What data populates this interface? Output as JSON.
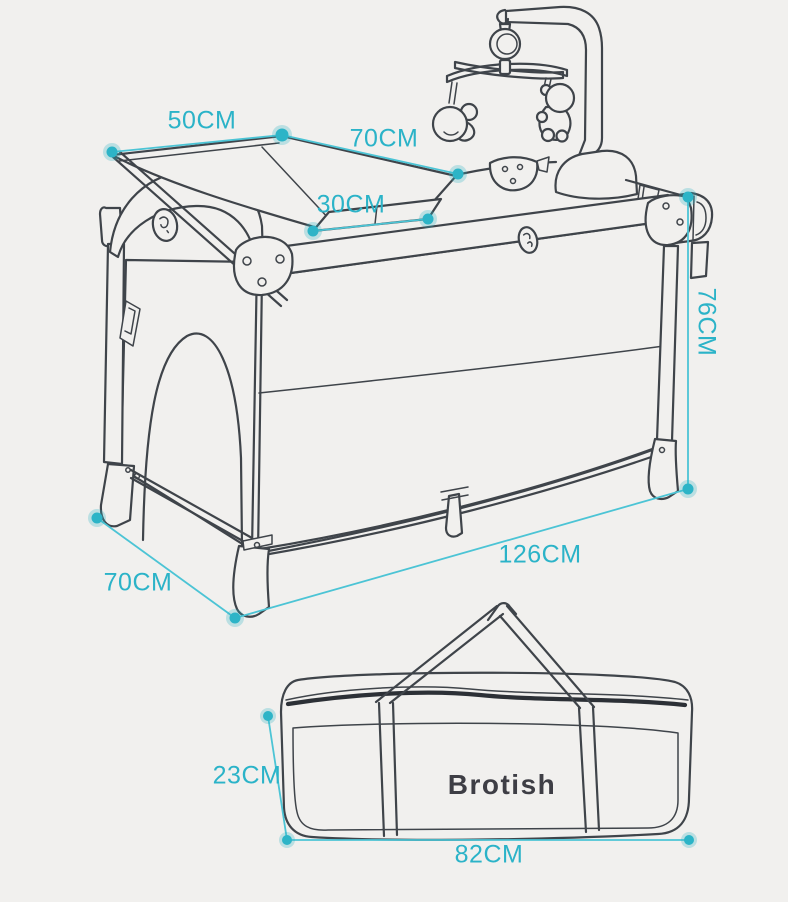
{
  "page": {
    "background_color": "#f1f0ee",
    "description": "Product dimension diagram of a foldable baby crib with changing table, toy mobile bar and carry bag"
  },
  "colors": {
    "dimension_accent": "#2bb3c8",
    "dimension_line": "#4cc4d5",
    "line_art": "#3f444a",
    "brand_text": "#3e3e45"
  },
  "crib": {
    "dimensions": {
      "changing_mat_width": "50CM",
      "top_length": "70CM",
      "tray_width": "30CM",
      "height": "76CM",
      "length": "126CM",
      "depth": "70CM"
    }
  },
  "bag": {
    "brand": "Brotish",
    "dimensions": {
      "height": "23CM",
      "length": "82CM"
    }
  }
}
